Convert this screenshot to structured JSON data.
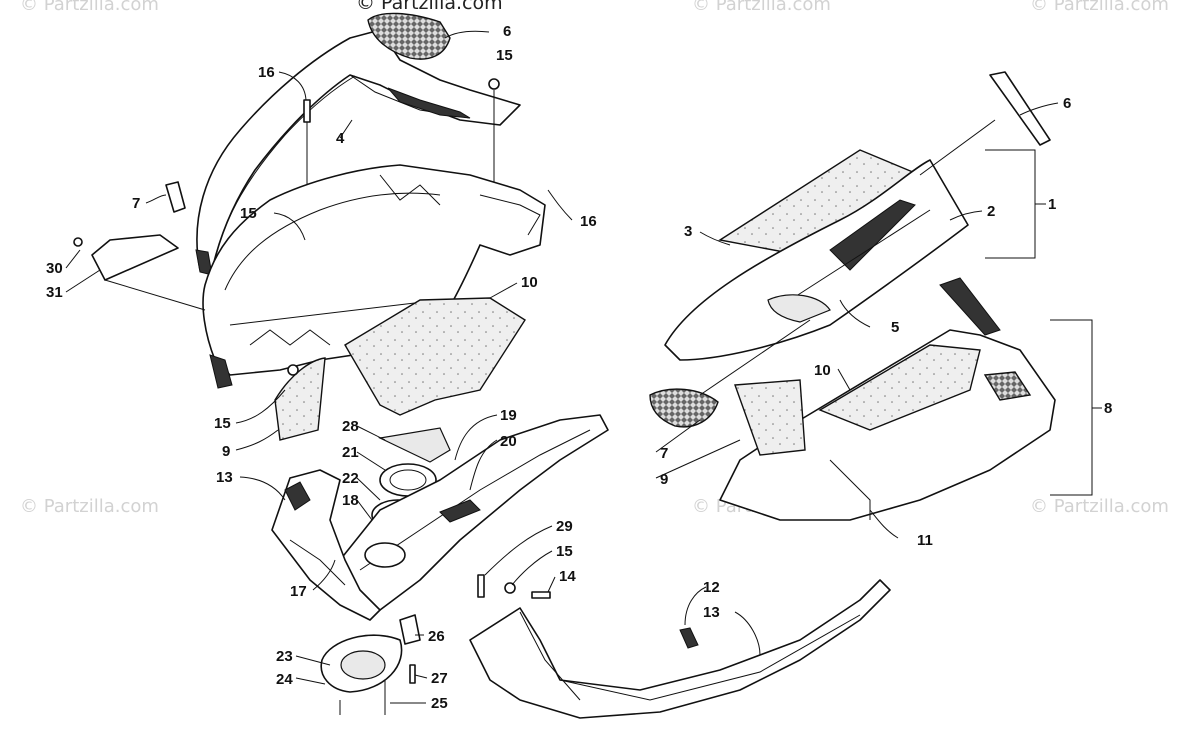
{
  "watermark": {
    "text": "© Partzilla.com",
    "top_text": "© Partzilla.com"
  },
  "callouts": [
    {
      "id": "c1",
      "text": "1"
    },
    {
      "id": "c2",
      "text": "2"
    },
    {
      "id": "c3",
      "text": "3"
    },
    {
      "id": "c4",
      "text": "4"
    },
    {
      "id": "c5",
      "text": "5"
    },
    {
      "id": "c6a",
      "text": "6"
    },
    {
      "id": "c6b",
      "text": "6"
    },
    {
      "id": "c7a",
      "text": "7"
    },
    {
      "id": "c7b",
      "text": "7"
    },
    {
      "id": "c8",
      "text": "8"
    },
    {
      "id": "c9a",
      "text": "9"
    },
    {
      "id": "c9b",
      "text": "9"
    },
    {
      "id": "c10a",
      "text": "10"
    },
    {
      "id": "c10b",
      "text": "10"
    },
    {
      "id": "c11",
      "text": "11"
    },
    {
      "id": "c12",
      "text": "12"
    },
    {
      "id": "c13a",
      "text": "13"
    },
    {
      "id": "c13b",
      "text": "13"
    },
    {
      "id": "c14",
      "text": "14"
    },
    {
      "id": "c15a",
      "text": "15"
    },
    {
      "id": "c15b",
      "text": "15"
    },
    {
      "id": "c15c",
      "text": "15"
    },
    {
      "id": "c15d",
      "text": "15"
    },
    {
      "id": "c16a",
      "text": "16"
    },
    {
      "id": "c16b",
      "text": "16"
    },
    {
      "id": "c17",
      "text": "17"
    },
    {
      "id": "c18",
      "text": "18"
    },
    {
      "id": "c19",
      "text": "19"
    },
    {
      "id": "c20",
      "text": "20"
    },
    {
      "id": "c21",
      "text": "21"
    },
    {
      "id": "c22",
      "text": "22"
    },
    {
      "id": "c23",
      "text": "23"
    },
    {
      "id": "c24",
      "text": "24"
    },
    {
      "id": "c25",
      "text": "25"
    },
    {
      "id": "c26",
      "text": "26"
    },
    {
      "id": "c27",
      "text": "27"
    },
    {
      "id": "c28",
      "text": "28"
    },
    {
      "id": "c29",
      "text": "29"
    },
    {
      "id": "c30",
      "text": "30"
    },
    {
      "id": "c31",
      "text": "31"
    }
  ]
}
